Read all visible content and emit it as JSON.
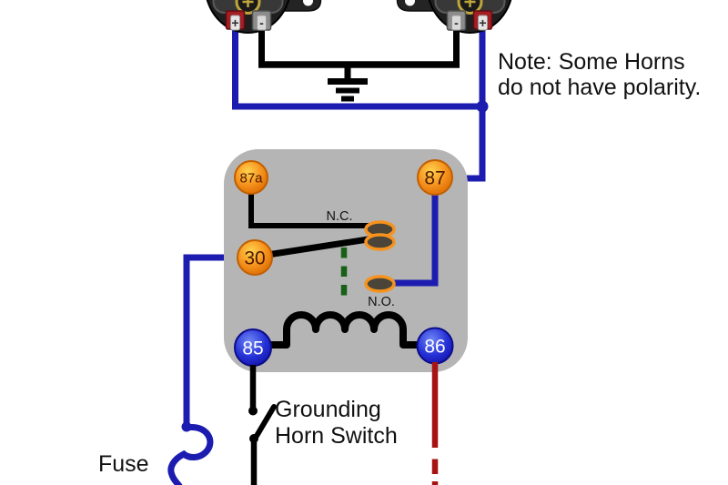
{
  "diagram": {
    "note_line1": "Note: Some Horns",
    "note_line2": "do not have polarity.",
    "fuse_label": "Fuse",
    "switch_label_line1": "Grounding",
    "switch_label_line2": "Horn Switch",
    "nc_label": "N.C.",
    "no_label": "N.O."
  },
  "relay": {
    "terminal_87a": "87a",
    "terminal_87": "87",
    "terminal_30": "30",
    "terminal_85": "85",
    "terminal_86": "86"
  },
  "horns": {
    "left": {
      "plus": "+",
      "minus": "-"
    },
    "right": {
      "plus": "+",
      "minus": "-"
    }
  },
  "colors": {
    "power_wire_blue": "#1c1cb0",
    "ground_wire_black": "#000000",
    "trigger_wire_red": "#a81212",
    "armature_link_green": "#186018",
    "relay_body_gray": "#b5b5b5",
    "contact_terminal_orange": "#f6921e",
    "coil_terminal_blue": "#2531d6",
    "horn_positive_red": "#a51e24",
    "horn_negative_gray": "#8c8c8c"
  }
}
